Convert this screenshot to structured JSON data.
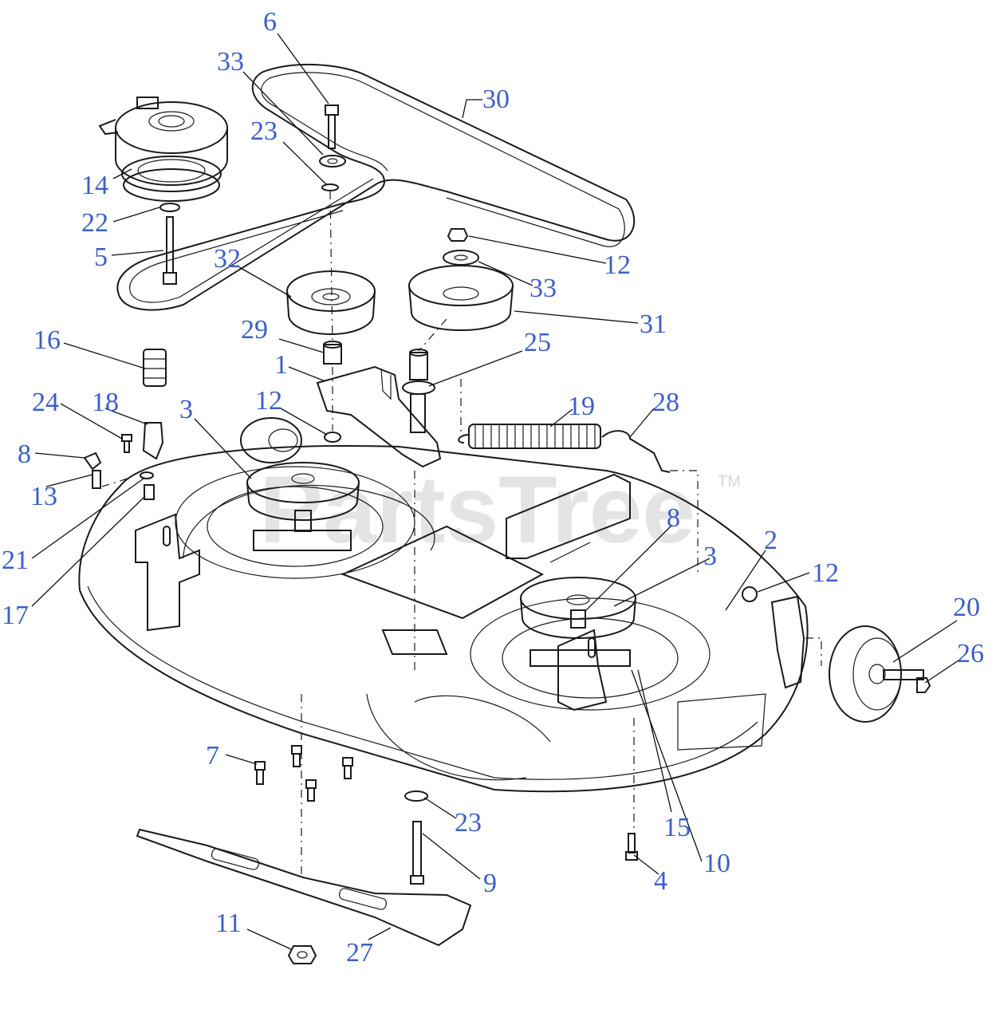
{
  "watermark": {
    "text": "PartsTree",
    "trademark": "TM"
  },
  "callouts": [
    {
      "id": "c-6",
      "label": "6"
    },
    {
      "id": "c-33a",
      "label": "33"
    },
    {
      "id": "c-30",
      "label": "30"
    },
    {
      "id": "c-23a",
      "label": "23"
    },
    {
      "id": "c-14",
      "label": "14"
    },
    {
      "id": "c-22",
      "label": "22"
    },
    {
      "id": "c-5",
      "label": "5"
    },
    {
      "id": "c-32",
      "label": "32"
    },
    {
      "id": "c-12a",
      "label": "12"
    },
    {
      "id": "c-33b",
      "label": "33"
    },
    {
      "id": "c-31",
      "label": "31"
    },
    {
      "id": "c-16",
      "label": "16"
    },
    {
      "id": "c-29",
      "label": "29"
    },
    {
      "id": "c-25",
      "label": "25"
    },
    {
      "id": "c-1",
      "label": "1"
    },
    {
      "id": "c-24",
      "label": "24"
    },
    {
      "id": "c-18",
      "label": "18"
    },
    {
      "id": "c-3a",
      "label": "3"
    },
    {
      "id": "c-12b",
      "label": "12"
    },
    {
      "id": "c-19",
      "label": "19"
    },
    {
      "id": "c-28",
      "label": "28"
    },
    {
      "id": "c-8a",
      "label": "8"
    },
    {
      "id": "c-13",
      "label": "13"
    },
    {
      "id": "c-8b",
      "label": "8"
    },
    {
      "id": "c-2",
      "label": "2"
    },
    {
      "id": "c-3b",
      "label": "3"
    },
    {
      "id": "c-12c",
      "label": "12"
    },
    {
      "id": "c-21",
      "label": "21"
    },
    {
      "id": "c-20",
      "label": "20"
    },
    {
      "id": "c-17",
      "label": "17"
    },
    {
      "id": "c-26",
      "label": "26"
    },
    {
      "id": "c-7",
      "label": "7"
    },
    {
      "id": "c-23b",
      "label": "23"
    },
    {
      "id": "c-15",
      "label": "15"
    },
    {
      "id": "c-10",
      "label": "10"
    },
    {
      "id": "c-9",
      "label": "9"
    },
    {
      "id": "c-4",
      "label": "4"
    },
    {
      "id": "c-11",
      "label": "11"
    },
    {
      "id": "c-27",
      "label": "27"
    }
  ]
}
